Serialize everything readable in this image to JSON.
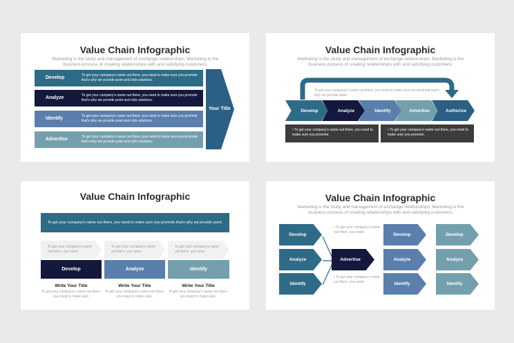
{
  "common": {
    "title": "Value Chain Infographic",
    "subtitle": "Marketing is the study and management of exchange relationships. Marketing is the business process of creating relationships with and satisfying customers.",
    "desc_long": "To get your company's name out there, you need to make sure you promote that's why we provide point and click solutions.",
    "desc_short": "To get your company's name out there, you need to make sure you promote.",
    "desc_need": "To get your company's name out there, you need.",
    "desc_need_sure": "To get your company's name out there, you need to make sure.",
    "desc_point": "To get your company's name out there, you need to make sure you promote that's why we provide point."
  },
  "slide1": {
    "rows": [
      {
        "label": "Develop",
        "color": "#2e6b86"
      },
      {
        "label": "Analyze",
        "color": "#14183d"
      },
      {
        "label": "Identify",
        "color": "#5b7fad"
      },
      {
        "label": "Advertise",
        "color": "#74a0ad"
      }
    ],
    "arrow_label": "Your Title"
  },
  "slide2": {
    "steps": [
      {
        "label": "Develop",
        "color": "#2e6b86"
      },
      {
        "label": "Analyze",
        "color": "#14183d"
      },
      {
        "label": "Identify",
        "color": "#5b7fad"
      },
      {
        "label": "Advertise",
        "color": "#74a0ad"
      },
      {
        "label": "Authorize",
        "color": "#2b5f84"
      }
    ],
    "loop_text": "To get your company's name out there, you need to make sure you promote that's why we provide point."
  },
  "slide3": {
    "banner": "To get your company's name out there, you need to make sure you promote that's why we provide point.",
    "blocks": [
      {
        "label": "Develop",
        "color": "#14183d"
      },
      {
        "label": "Analyze",
        "color": "#5b7fad"
      },
      {
        "label": "Identify",
        "color": "#74a0ad"
      }
    ],
    "write_title": "Write Your Title"
  },
  "slide4": {
    "left": [
      "Develop",
      "Analyze",
      "Identify"
    ],
    "center": "Advertise",
    "right_a": [
      "Develop",
      "Analyze",
      "Identify"
    ],
    "right_b": [
      "Develop",
      "Analyze",
      "Identify"
    ],
    "colors": {
      "left": "#2e6b86",
      "center": "#14183d",
      "right_a": "#5b7fad",
      "right_b": "#74a0ad"
    }
  }
}
